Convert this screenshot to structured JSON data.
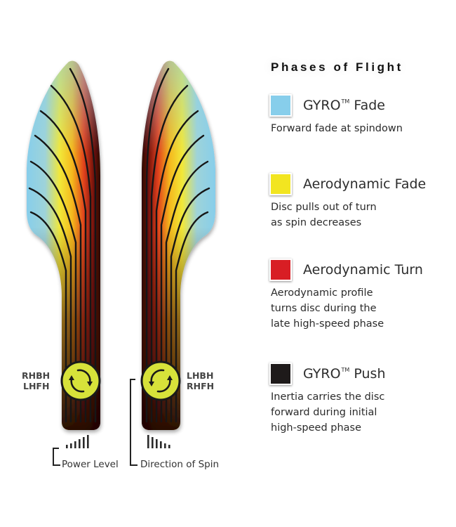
{
  "legend": {
    "title": "Phases of Flight",
    "items": [
      {
        "title": "GYRO",
        "tm": "TM",
        "title_suffix": " Fade",
        "color": "#87CEEB",
        "description": "Forward fade at spindown"
      },
      {
        "title": "Aerodynamic Fade",
        "tm": "",
        "title_suffix": "",
        "color": "#F2E520",
        "description": "Disc pulls out of turn\nas spin decreases"
      },
      {
        "title": "Aerodynamic Turn",
        "tm": "",
        "title_suffix": "",
        "color": "#D81E24",
        "description": "Aerodynamic profile\nturns disc during the\nlate high-speed phase"
      },
      {
        "title": "GYRO",
        "tm": "TM",
        "title_suffix": " Push",
        "color": "#1E1A1A",
        "description": "Inertia carries the disc\nforward during initial\nhigh-speed phase"
      }
    ]
  },
  "flights": {
    "left": {
      "label_line1": "RHBH",
      "label_line2": "LHFH",
      "spin_icon": "clockwise-rotation-icon"
    },
    "right": {
      "label_line1": "LHBH",
      "label_line2": "RHFH",
      "spin_icon": "counterclockwise-rotation-icon"
    }
  },
  "annotations": {
    "power_level": "Power Level",
    "direction_of_spin": "Direction of Spin"
  },
  "colors": {
    "gyro_fade": "#87CEEB",
    "aero_fade": "#F2E520",
    "aero_turn": "#D81E24",
    "gyro_push": "#1E1A1A",
    "spin_badge": "#D7E23A"
  }
}
